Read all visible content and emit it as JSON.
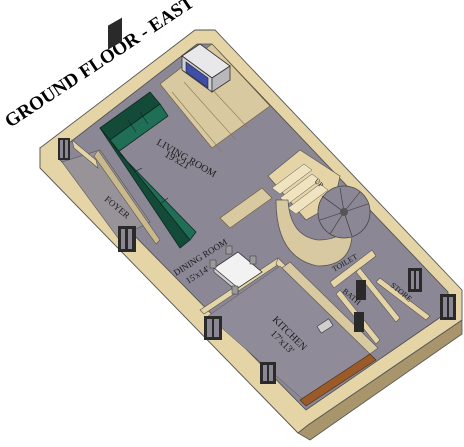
{
  "title": "GROUND FLOOR - EAST",
  "rooms": {
    "living": {
      "name": "LIVING ROOM",
      "size": "19'x21'"
    },
    "dining": {
      "name": "DINING ROOM",
      "size": "15'x14'"
    },
    "kitchen": {
      "name": "KITCHEN",
      "size": "17'x13'"
    },
    "foyer": {
      "name": "FOYER"
    },
    "toilet": {
      "name": "TOILET"
    },
    "bath": {
      "name": "BATH"
    },
    "store": {
      "name": "STORE"
    },
    "up": {
      "name": "UP"
    }
  },
  "colors": {
    "floor": "#8b8795",
    "wall_top": "#e4d4a6",
    "wall_side": "#b9a57a",
    "sofa": "#1f6e55",
    "sofa_dark": "#134a38",
    "tv_screen": "#3f4fa8",
    "carpet": "#d8c9a0"
  }
}
